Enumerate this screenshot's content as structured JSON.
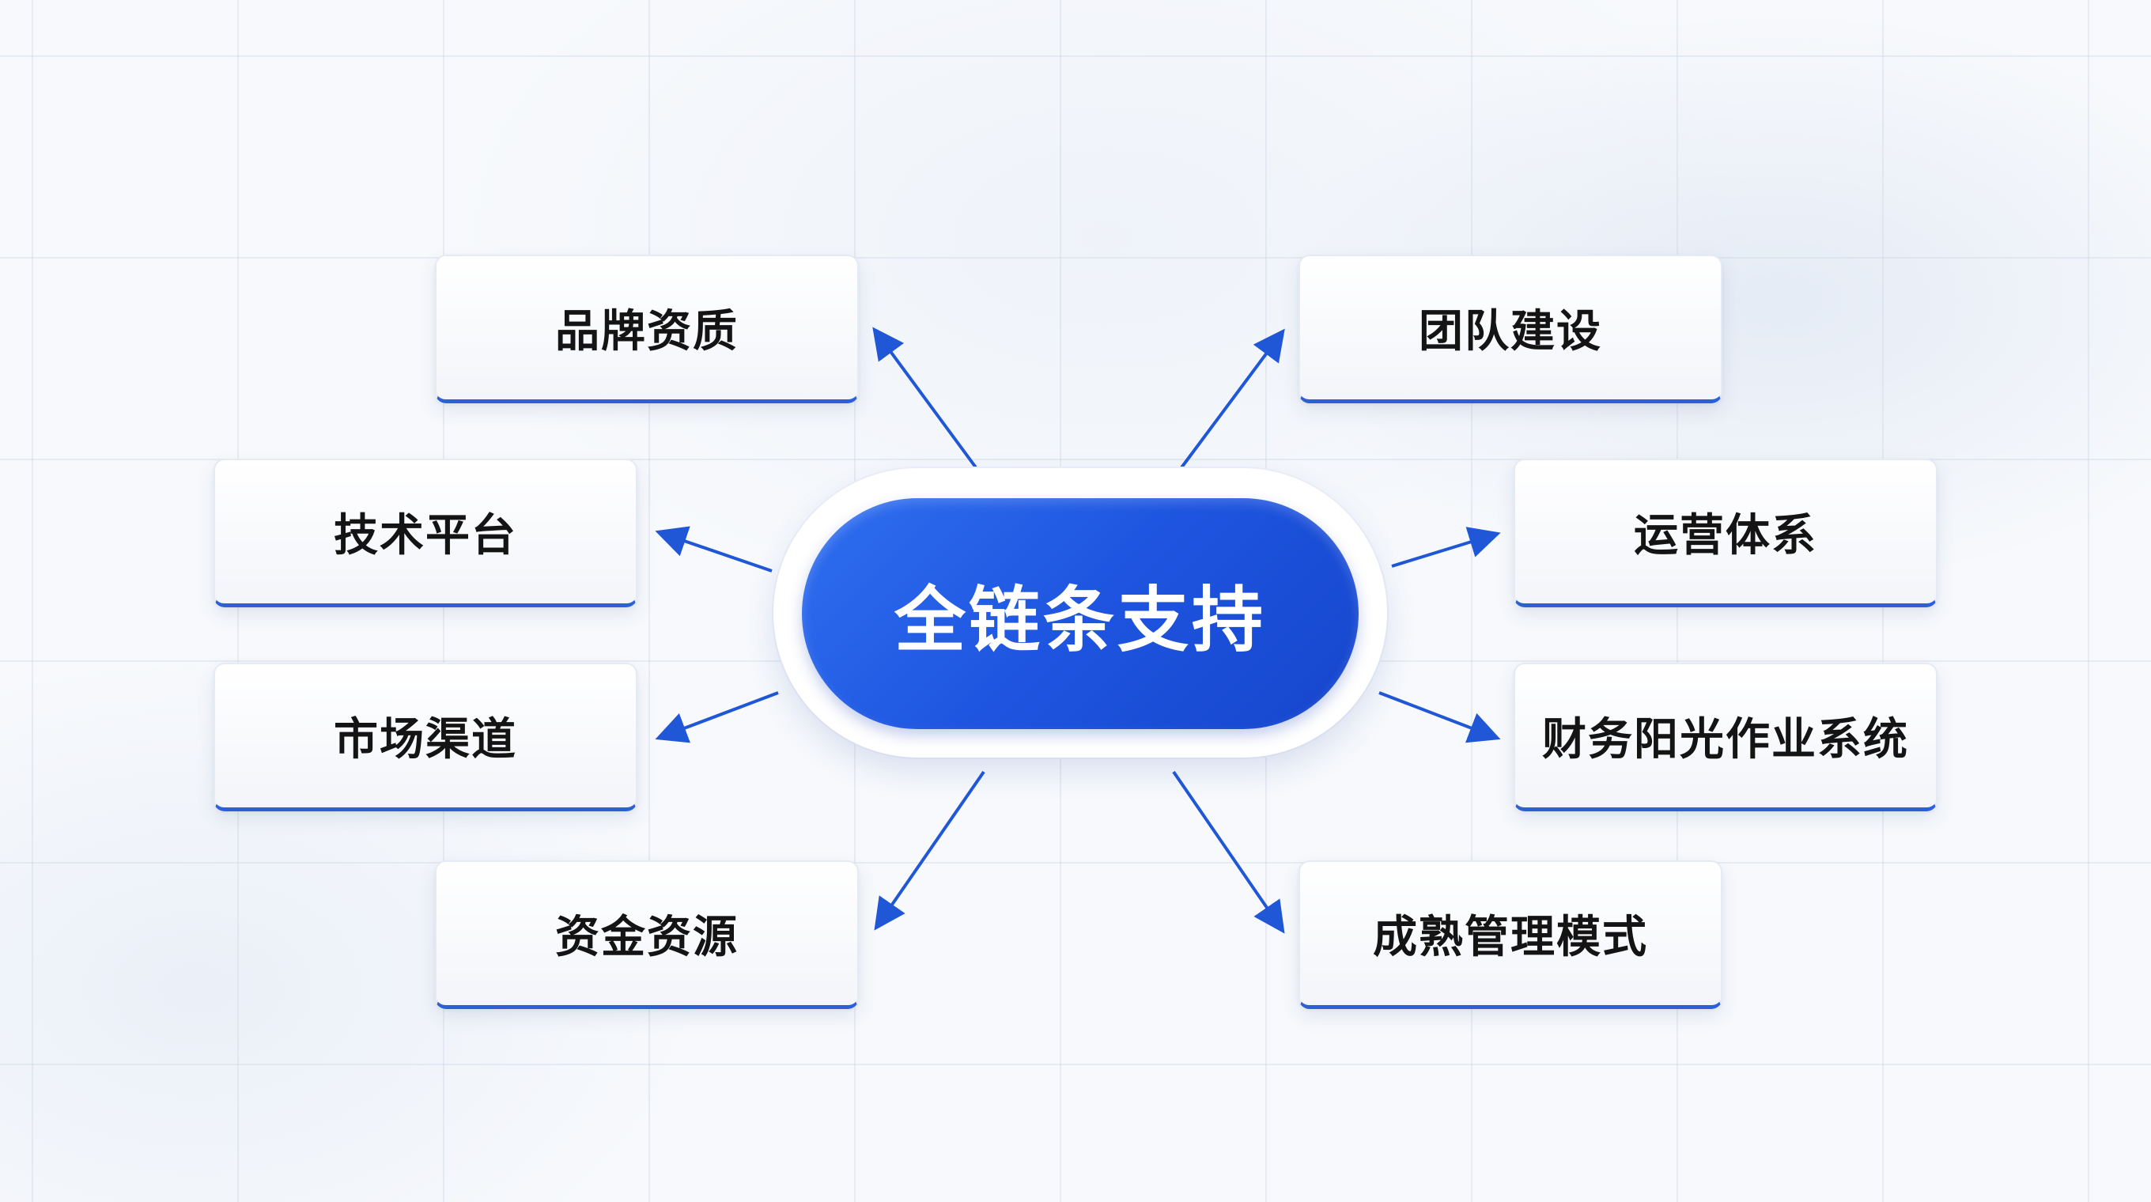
{
  "center": {
    "label": "全链条支持"
  },
  "nodes": [
    {
      "id": "brand",
      "label": "品牌资质"
    },
    {
      "id": "tech",
      "label": "技术平台"
    },
    {
      "id": "market",
      "label": "市场渠道"
    },
    {
      "id": "capital",
      "label": "资金资源"
    },
    {
      "id": "team",
      "label": "团队建设"
    },
    {
      "id": "ops",
      "label": "运营体系"
    },
    {
      "id": "finance",
      "label": "财务阳光作业系统"
    },
    {
      "id": "mgmt",
      "label": "成熟管理模式"
    }
  ],
  "edges": [
    {
      "from": "center",
      "to": "brand"
    },
    {
      "from": "center",
      "to": "tech"
    },
    {
      "from": "center",
      "to": "market"
    },
    {
      "from": "center",
      "to": "capital"
    },
    {
      "from": "center",
      "to": "team"
    },
    {
      "from": "center",
      "to": "ops"
    },
    {
      "from": "center",
      "to": "finance"
    },
    {
      "from": "center",
      "to": "mgmt"
    }
  ],
  "colors": {
    "accent": "#1e55e0",
    "arrow": "#1f57d6",
    "box_border_bottom": "#2d5fd6",
    "text": "#141414"
  }
}
